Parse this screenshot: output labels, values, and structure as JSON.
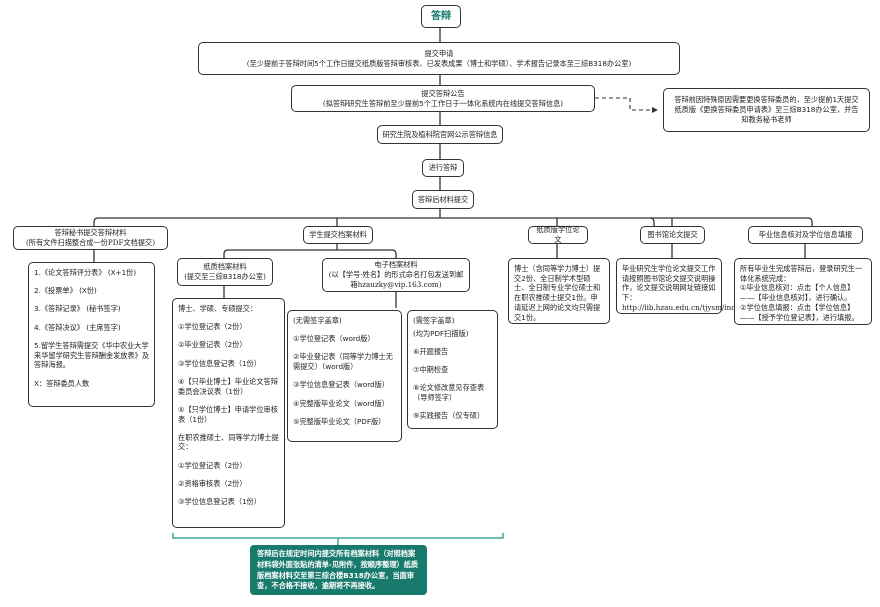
{
  "title": "答辩",
  "step_submit_application": {
    "title": "提交申请",
    "detail": "(至少提前于答辩时间5个工作日提交纸质版答辩审核表、已发表成果（博士和学硕）、学术报告记录本至三综B318办公室)"
  },
  "step_announcement": {
    "title": "提交答辩公告",
    "detail": "(拟答辩研究生答辩前至少提前5个工作日于一体化系统内在线提交答辩信息)"
  },
  "side_note_committee_change": "答辩前因特殊原因需要更换答辩委员的，至少提前1天提交纸质版《更换答辩委员申请表》至三综B318办公室，并告知教务秘书老师",
  "step_publish": "研究生院及植科院官网公示答辩信息",
  "step_defense": "进行答辩",
  "step_post_materials": "答辩后材料提交",
  "branches": {
    "secretary": {
      "title": "答辩秘书提交答辩材料",
      "subtitle": "(所有文件扫描整合成一份PDF文档提交)",
      "items": [
        "1.《论文答辩评分表》 (X+1份)",
        "2.《投票单》 (X份)",
        "3.《答辩记录》 (秘书签字)",
        "4.《答辩决议》 (主席签字)",
        "5.留学生答辩需提交《华中农业大学来华留学研究生答辩酬金发放表》及答辩海报。",
        "X：答辩委员人数"
      ]
    },
    "student_archive": {
      "title": "学生提交档案材料",
      "paper": {
        "title": "纸质档案材料",
        "subtitle": "(提交至三综B318办公室)",
        "group1_heading": "博士、学硕、专硕提交：",
        "group1_items": [
          "①学位登记表（2份）",
          "②毕业登记表（2份）",
          "③学位信息登记表（1份）",
          "④【只毕业博士】毕业论文答辩委员会决议表（1份）",
          "⑤【只学位博士】申请学位审核表（1份）"
        ],
        "group2_heading": "在职农推硕士、同等学力博士提交：",
        "group2_items": [
          "①学位登记表（2份）",
          "②资格审核表（2份）",
          "③学位信息登记表（1份）"
        ]
      },
      "electronic": {
        "title": "电子档案材料",
        "subtitle": "(以【学号-姓名】的形式命名打包发送到邮箱hzauzky@vip.163.com)",
        "no_sign": {
          "heading": "(无需签字盖章)",
          "items": [
            "①学位登记表（word版）",
            "②毕业登记表（同等学力博士无需提交）（word版）",
            "③学位信息登记表（word版）",
            "④完整版毕业论文（word版）",
            "⑤完整版毕业论文（PDF版）"
          ]
        },
        "need_sign": {
          "heading": "(需签字盖章)",
          "subheading": "(均为PDF扫描版)",
          "items": [
            "⑥开题报告",
            "⑦中期检查",
            "⑧论文修改意见存查表（导师签字）",
            "⑨实践报告（仅专硕）"
          ]
        }
      }
    },
    "paper_thesis": {
      "title": "纸质版学位论文",
      "detail": "博士（含同等学力博士）提交2份、全日制学术型硕士、全日制专业学位硕士和在职农推硕士提交1份。申请延迟上网的论文均只需提交1份。"
    },
    "library": {
      "title": "图书馆论文提交",
      "detail": "毕业研究生学位论文提交工作请按照图书馆论文提交说明操作，论文提交说明网址链接如下：http://lib.hzau.edu.cn/tjysm/index.jhtml"
    },
    "graduation_info": {
      "title": "毕业信息核对及学位信息填报",
      "detail_intro": "所有毕业生完成答辩后，登录研究生一体化系统完成：",
      "detail_1": "①毕业信息核对：点击【个人信息】——【毕业信息核对】，进行确认。",
      "detail_2": "②学位信息填报：点击【学位信息】——【授予学位登记表】，进行填报。"
    }
  },
  "final_note": "答辩后在规定时间内提交所有档案材料（对照档案材料袋外面张贴的清单-见附件，按顺序整理）纸质版档案材料交至第三综合楼B318办公室，当面审查，不合格不接收，逾期将不再接收。",
  "colors": {
    "accent_teal": "#187a6c",
    "bracket_teal": "#3aa897",
    "border": "#333333"
  }
}
